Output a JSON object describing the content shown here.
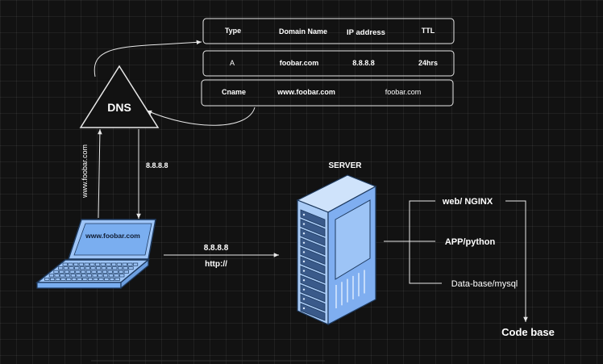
{
  "dns": {
    "label": "DNS"
  },
  "dns_table": {
    "headers": [
      "Type",
      "Domain Name",
      "IP address",
      "TTL"
    ],
    "rows": [
      [
        "A",
        "foobar.com",
        "8.8.8.8",
        "24hrs"
      ],
      [
        "Cname",
        "www.foobar.com",
        "",
        "foobar.com"
      ]
    ]
  },
  "laptop": {
    "screen_text": "www.foobar.com"
  },
  "query_label": "www.foobar.com",
  "response_label": "8.8.8.8",
  "request": {
    "ip": "8.8.8.8",
    "protocol": "http://"
  },
  "server": {
    "title": "SERVER",
    "components": [
      "web/ NGINX",
      "APP/python",
      "Data-base/mysql"
    ],
    "codebase": "Code base"
  },
  "colors": {
    "background": "#121212",
    "stroke": "#e8e8e8",
    "device_fill": "#9ec5f7",
    "device_stroke": "#1e3a5f"
  }
}
